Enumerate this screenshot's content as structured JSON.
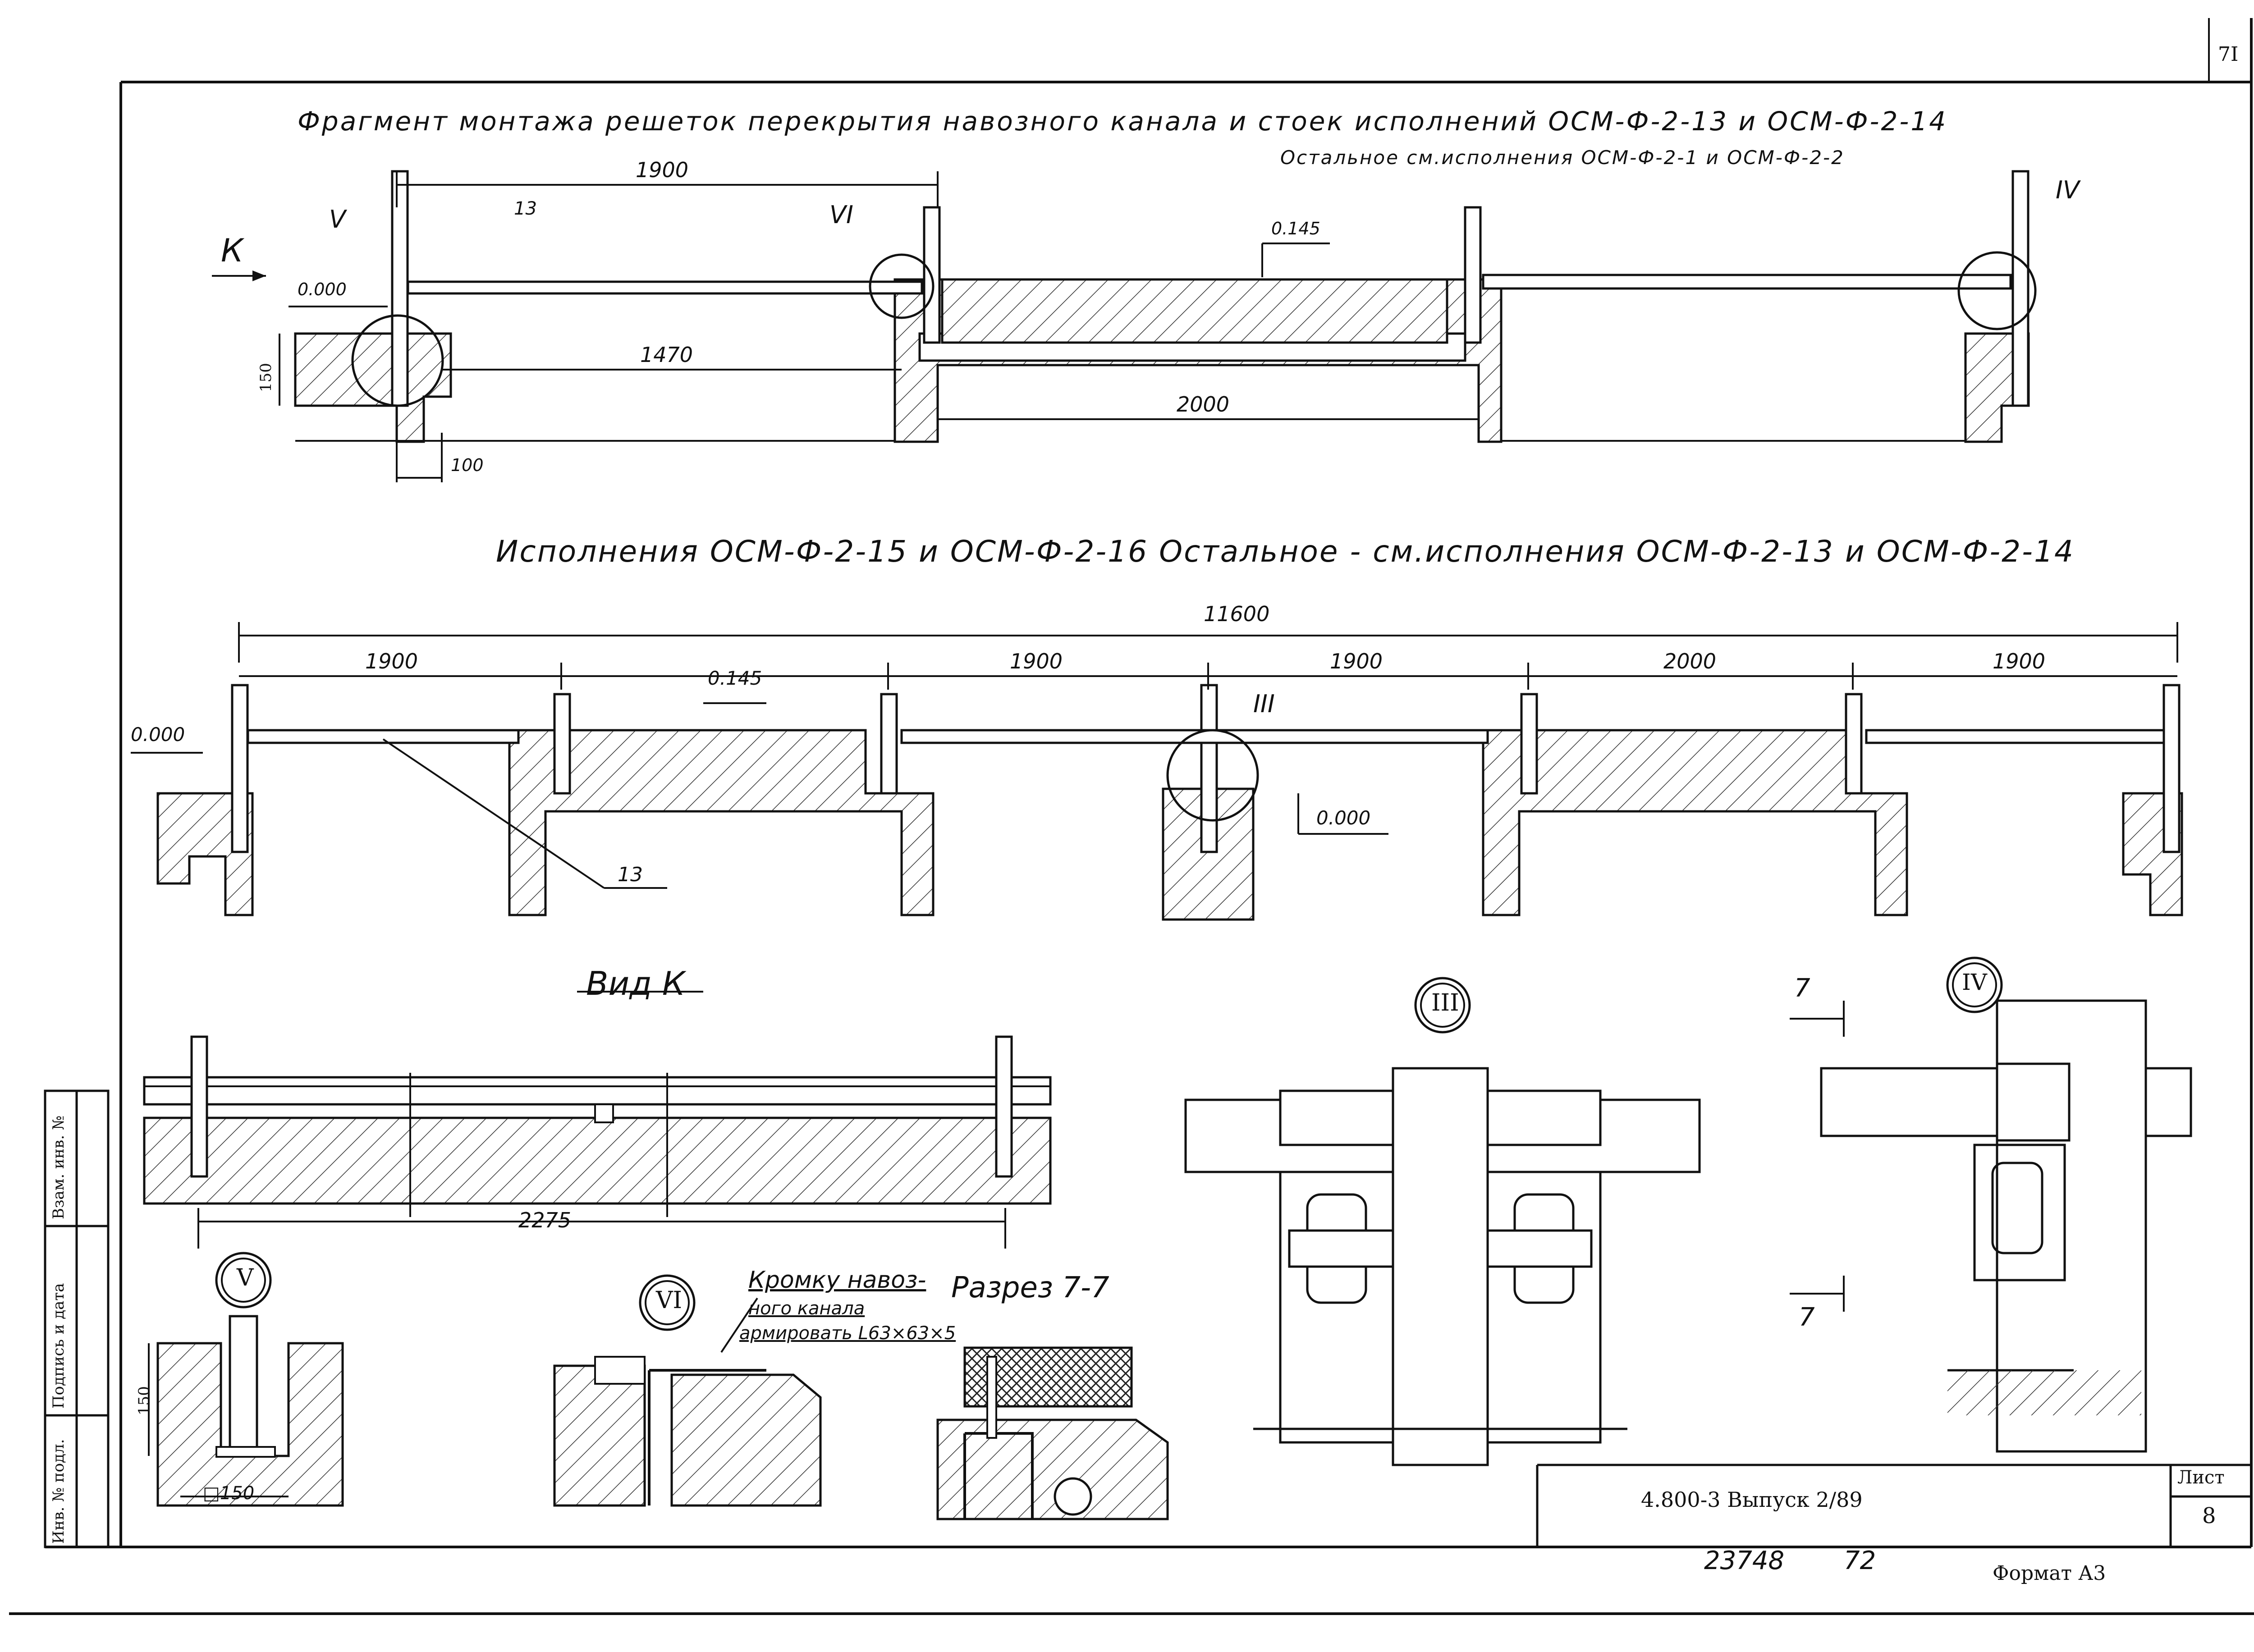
{
  "page_number": "7I",
  "title_line1": "Фрагмент монтажа решеток перекрытия навозного канала и стоек исполнений ОСМ-Ф-2-13 и ОСМ-Ф-2-14",
  "title_line2": "Остальное см.исполнения ОСМ-Ф-2-1 и ОСМ-Ф-2-2",
  "section2_title": "Исполнения ОСМ-Ф-2-15 и ОСМ-Ф-2-16 Остальное - см.исполнения ОСМ-Ф-2-13 и ОСМ-Ф-2-14",
  "view_k_title": "Вид К",
  "section_77_title": "Разрез 7-7",
  "note_edge": [
    "Кромку навоз-",
    "ного канала",
    "армировать L63×63×5"
  ],
  "node_labels": {
    "n3": "III",
    "n4": "IV",
    "n5": "V",
    "n6": "VI"
  },
  "arrow_k": "К",
  "cut_7": "7",
  "part_13": "13",
  "elevations": {
    "zero": "0.000",
    "top": "0.145"
  },
  "dims_top": {
    "d1900": "1900",
    "d1470": "1470",
    "d2000": "2000",
    "d150": "150",
    "d100": "100"
  },
  "dims_mid": {
    "total": "11600",
    "a": "1900",
    "b": "1900",
    "c": "1900",
    "d": "2000",
    "e": "1900"
  },
  "dims_view_k": {
    "d2275": "2275"
  },
  "dims_node5": {
    "h150": "150",
    "sq150": "□150"
  },
  "stamp": {
    "doc": "4.800-3 Выпуск 2/89",
    "sheet_label": "Лист",
    "sheet_no": "8"
  },
  "footer": {
    "inv": "23748",
    "num": "72",
    "format": "Формат А3"
  },
  "side_table": [
    "Инв. № подл.",
    "Подпись и дата",
    "Взам. инв. №"
  ]
}
